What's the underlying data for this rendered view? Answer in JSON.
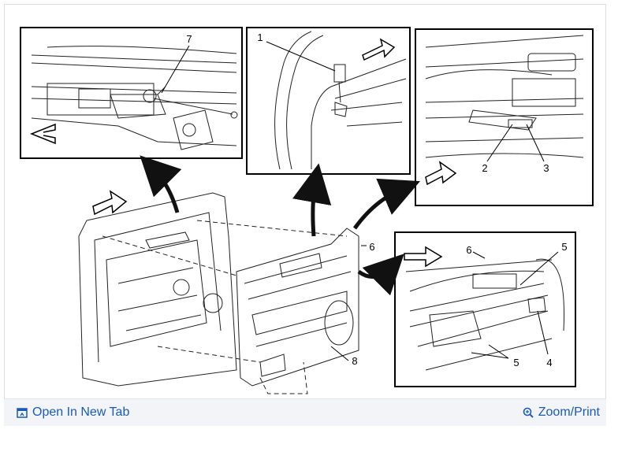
{
  "diagram": {
    "callouts": [
      "1",
      "2",
      "3",
      "4",
      "5",
      "6",
      "7",
      "8"
    ]
  },
  "actions": {
    "open_new_tab": "Open In New Tab",
    "zoom_print": "Zoom/Print"
  }
}
